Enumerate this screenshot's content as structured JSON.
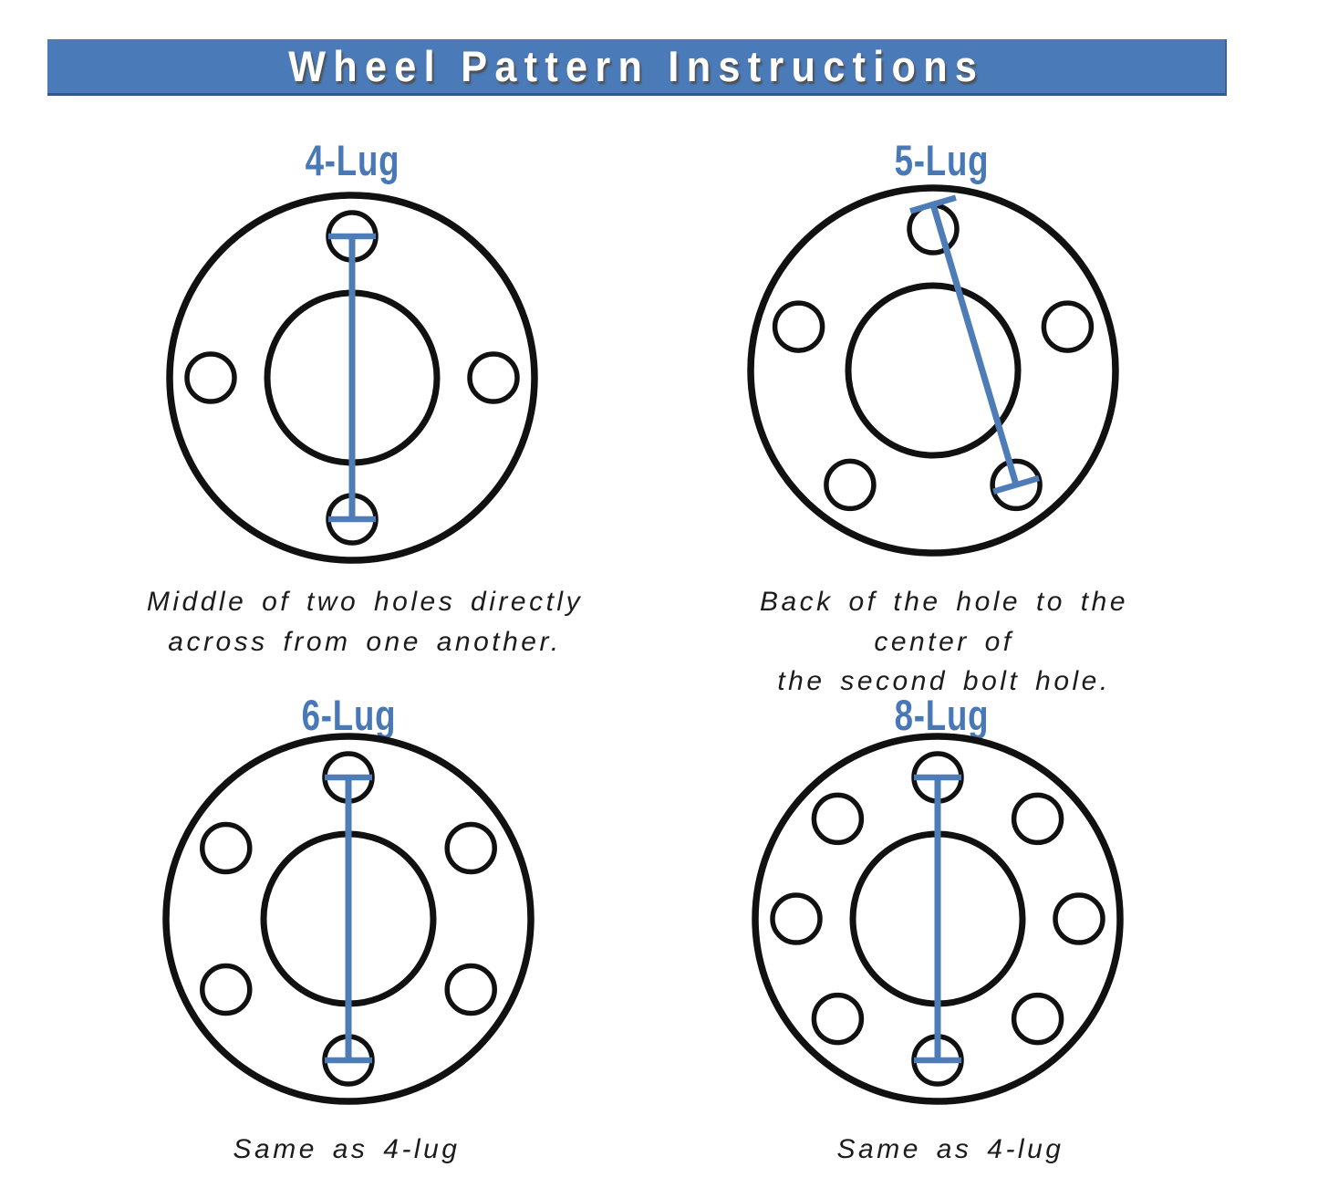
{
  "header": {
    "title": "Wheel Pattern Instructions"
  },
  "colors": {
    "banner": "#4a7ab8",
    "lug_label": "#4878b5",
    "measure_line": "#4d7cb7",
    "outline": "#111111"
  },
  "panels": [
    {
      "key": "4-lug",
      "label": "4-Lug",
      "lug_count": 4,
      "measurement": "middle-to-middle",
      "caption": "Middle of two holes directly\nacross from one another."
    },
    {
      "key": "5-lug",
      "label": "5-Lug",
      "lug_count": 5,
      "measurement": "back-to-center",
      "caption": "Back of the hole to the center of\nthe second bolt hole."
    },
    {
      "key": "6-lug",
      "label": "6-Lug",
      "lug_count": 6,
      "measurement": "middle-to-middle",
      "caption": "Same as 4-lug"
    },
    {
      "key": "8-lug",
      "label": "8-Lug",
      "lug_count": 8,
      "measurement": "middle-to-middle",
      "caption": "Same as 4-lug"
    }
  ]
}
